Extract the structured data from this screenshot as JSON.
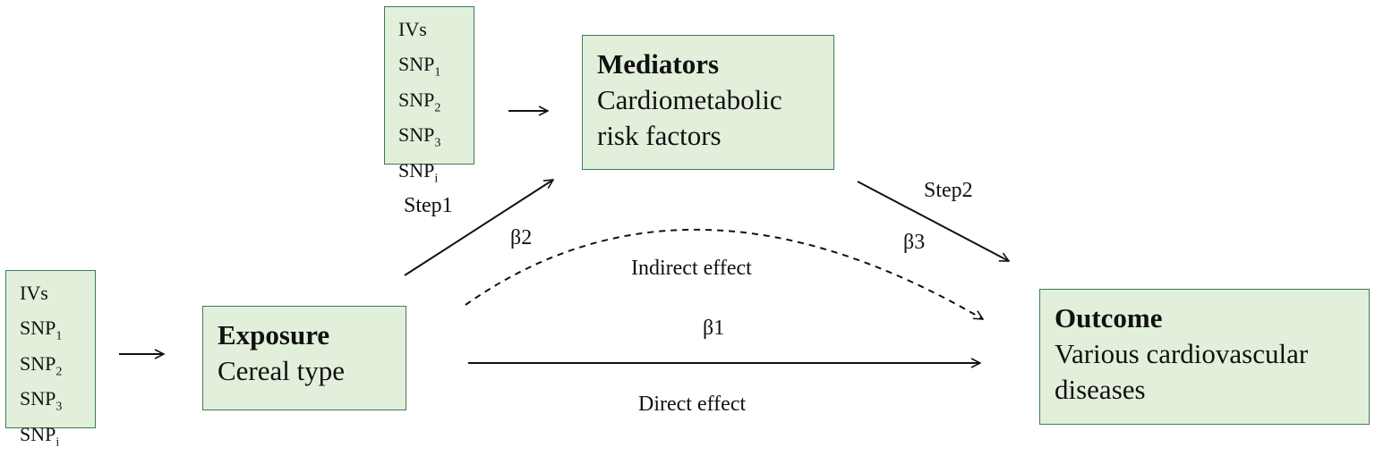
{
  "ivs_top": {
    "lines": [
      {
        "base": "IVs",
        "sub": ""
      },
      {
        "base": "SNP",
        "sub": "1"
      },
      {
        "base": "SNP",
        "sub": "2"
      },
      {
        "base": "SNP",
        "sub": "3"
      },
      {
        "base": "SNP",
        "sub": "i"
      }
    ]
  },
  "ivs_left": {
    "lines": [
      {
        "base": "IVs",
        "sub": ""
      },
      {
        "base": "SNP",
        "sub": "1"
      },
      {
        "base": "SNP",
        "sub": "2"
      },
      {
        "base": "SNP",
        "sub": "3"
      },
      {
        "base": "SNP",
        "sub": "i"
      }
    ]
  },
  "mediators": {
    "title": "Mediators",
    "line1": "Cardiometabolic",
    "line2": "risk factors"
  },
  "exposure": {
    "title": "Exposure",
    "line1": "Cereal type"
  },
  "outcome": {
    "title": "Outcome",
    "line1": "Various cardiovascular",
    "line2": "diseases"
  },
  "labels": {
    "step1": "Step1",
    "step2": "Step2",
    "beta1": "β1",
    "beta2": "β2",
    "beta3": "β3",
    "indirect": "Indirect effect",
    "direct": "Direct effect"
  },
  "colors": {
    "box_fill": "#e2efda",
    "box_border": "#3e7a5a",
    "line": "#111111"
  }
}
